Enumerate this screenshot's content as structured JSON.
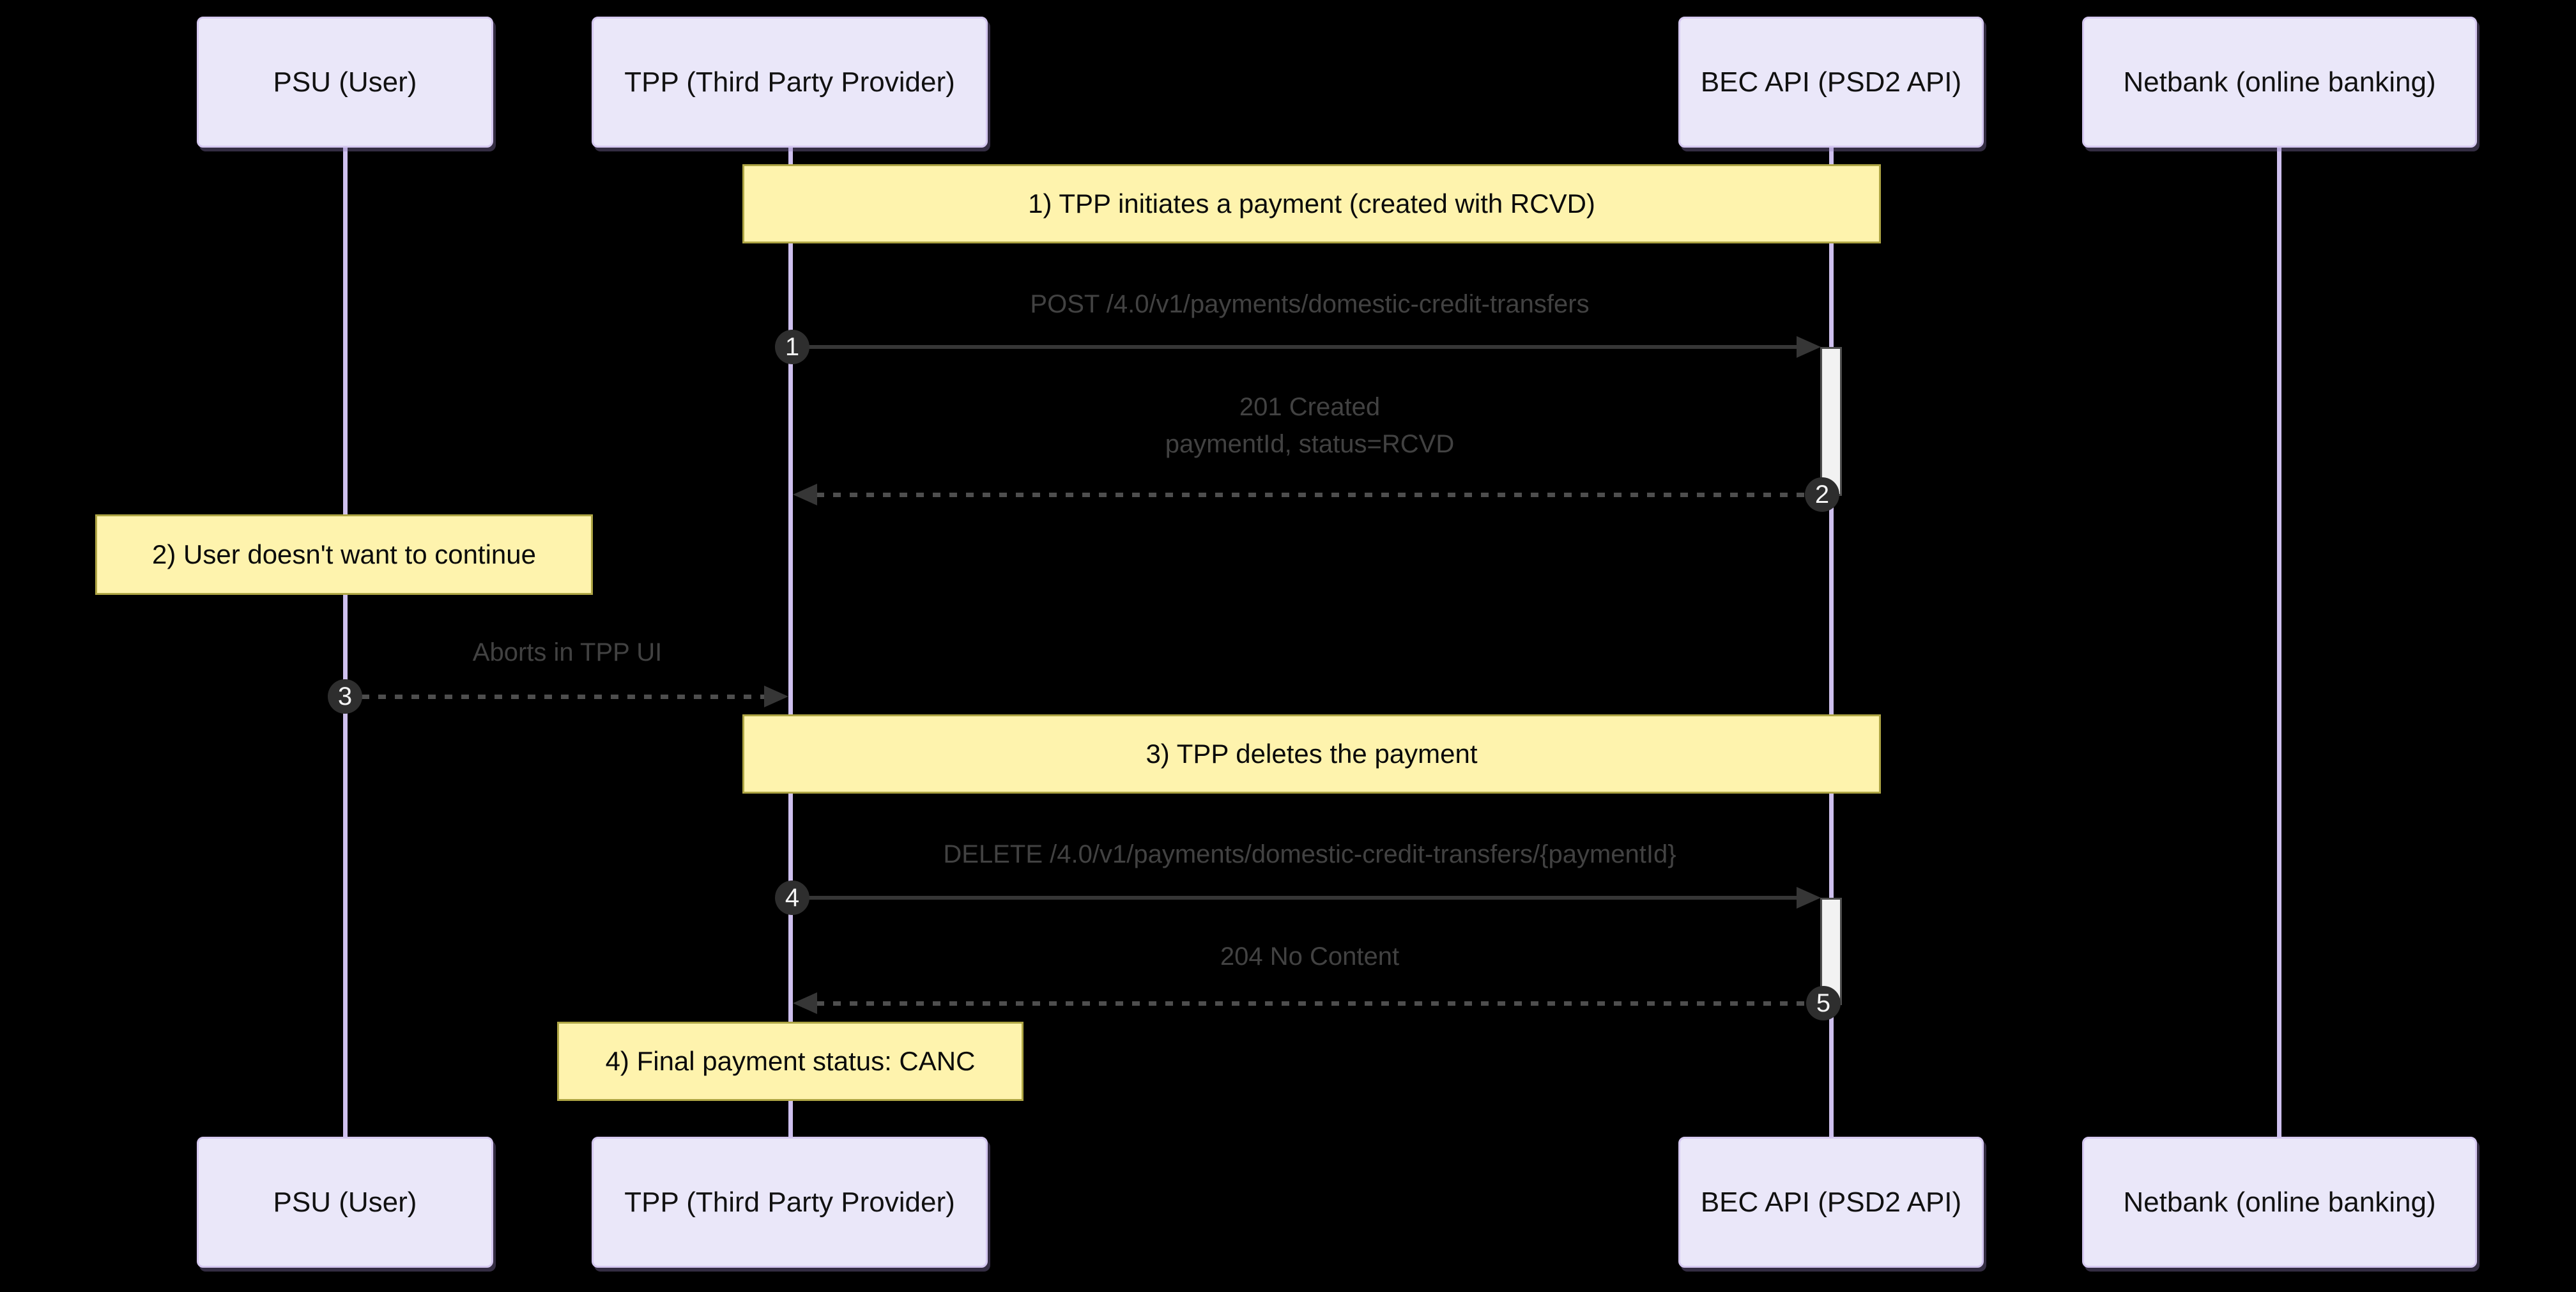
{
  "diagram": {
    "type": "sequence-diagram",
    "actors": [
      {
        "id": "psu",
        "label": "PSU (User)"
      },
      {
        "id": "tpp",
        "label": "TPP (Third Party Provider)"
      },
      {
        "id": "bec",
        "label": "BEC API (PSD2 API)"
      },
      {
        "id": "netbank",
        "label": "Netbank (online banking)"
      }
    ],
    "notes": [
      {
        "text": "1) TPP initiates a payment (created with RCVD)",
        "over": "tpp,bec"
      },
      {
        "text": "2) User doesn't want to continue",
        "over": "psu"
      },
      {
        "text": "3) TPP deletes the payment",
        "over": "tpp,bec"
      },
      {
        "text": "4) Final payment status: CANC",
        "over": "tpp"
      }
    ],
    "messages": [
      {
        "seq": "1",
        "from": "tpp",
        "to": "bec",
        "style": "solid",
        "lines": [
          "POST /4.0/v1/payments/domestic-credit-transfers"
        ]
      },
      {
        "seq": "2",
        "from": "bec",
        "to": "tpp",
        "style": "dashed",
        "lines": [
          "201 Created",
          "paymentId, status=RCVD"
        ]
      },
      {
        "seq": "3",
        "from": "psu",
        "to": "tpp",
        "style": "dashed",
        "lines": [
          "Aborts in TPP UI"
        ]
      },
      {
        "seq": "4",
        "from": "tpp",
        "to": "bec",
        "style": "solid",
        "lines": [
          "DELETE /4.0/v1/payments/domestic-credit-transfers/{paymentId}"
        ]
      },
      {
        "seq": "5",
        "from": "bec",
        "to": "tpp",
        "style": "dashed",
        "lines": [
          "204 No Content"
        ]
      }
    ],
    "colors": {
      "background": "#000000",
      "actor_fill": "#EAE7F9",
      "actor_border": "#D5C8F0",
      "note_fill": "#FEF3AD",
      "note_border": "#AEA544",
      "lifeline": "#CEC0EE",
      "arrow": "#363636",
      "message_text": "#424242",
      "seq_circle": "#2E2E2E",
      "activation_fill": "#F2F2F2"
    }
  }
}
